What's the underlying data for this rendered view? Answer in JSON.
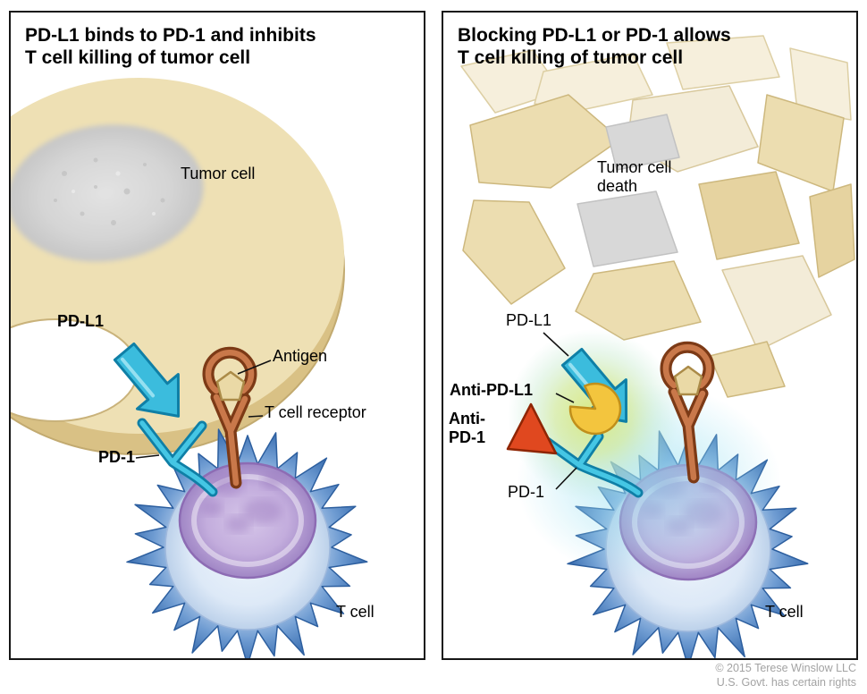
{
  "left": {
    "title_line1": "PD-L1 binds to PD-1 and inhibits",
    "title_line2": "T cell killing of tumor cell",
    "labels": {
      "tumor_cell": "Tumor cell",
      "pdl1": "PD-L1",
      "antigen": "Antigen",
      "t_cell_receptor": "T cell receptor",
      "pd1": "PD-1",
      "t_cell": "T cell"
    }
  },
  "right": {
    "title_line1": "Blocking PD-L1 or PD-1 allows",
    "title_line2": "T cell killing of tumor cell",
    "labels": {
      "tumor_cell_death_line1": "Tumor cell",
      "tumor_cell_death_line2": "death",
      "pdl1": "PD-L1",
      "anti_pdl1": "Anti-PD-L1",
      "anti_pd1_line1": "Anti-",
      "anti_pd1_line2": "PD-1",
      "pd1": "PD-1",
      "t_cell": "T cell"
    }
  },
  "footer": {
    "copyright_line1": "© 2015 Terese Winslow LLC",
    "copyright_line2": "U.S. Govt. has certain rights"
  },
  "colors": {
    "tumor_fill": "#eee0b4",
    "tumor_rim": "#d9c185",
    "cyan": "#3bbcdd",
    "cyan_outline": "#0f7fa6",
    "receptor_brown": "#c9784a",
    "receptor_brown_dark": "#7c3a16",
    "antigen_tan": "#ead9a6",
    "anti_pdl1_yellow": "#f3c53e",
    "anti_pd1_red": "#e0481f",
    "t_cell_blue": "#4d86c6",
    "nucleus_purple": "#c2abdd",
    "glow_green": "#d9e878"
  }
}
